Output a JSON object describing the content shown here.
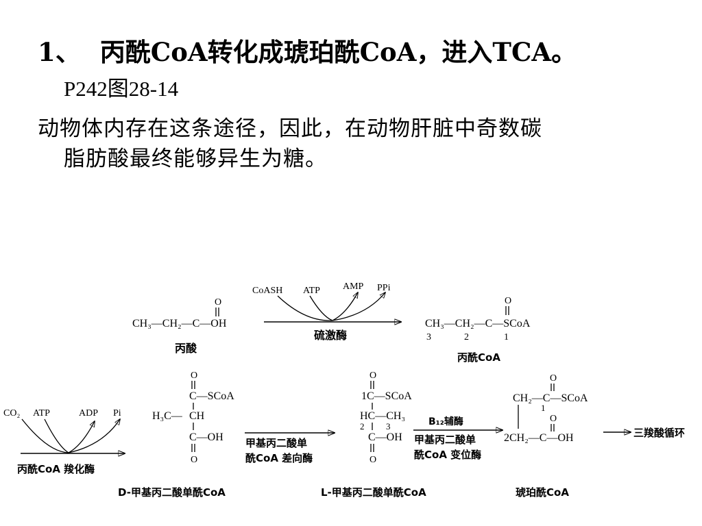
{
  "heading": {
    "number": "1、",
    "text": "丙酰CoA转化成琥珀酰CoA，进入TCA。",
    "ref": "P242图28-14"
  },
  "body": {
    "line1": "动物体内存在这条途径，因此，在动物肝脏中奇数碳",
    "line2": "脂肪酸最终能够异生为糖。"
  },
  "diagram": {
    "step1": {
      "substrate_formula": "CH₃—CH₂—C—OH",
      "oxygen": "O",
      "substrate_name": "丙酸",
      "cofactors": [
        "CoASH",
        "ATP",
        "AMP",
        "PPi"
      ],
      "enzyme": "硫激酶",
      "product_formula": "CH₃—CH₂—C—SCoA",
      "product_oxygen": "O",
      "carbon_numbers": [
        "3",
        "2",
        "1"
      ],
      "product_name": "丙酰CoA"
    },
    "step2": {
      "cofactors": [
        "CO₂",
        "ATP",
        "ADP",
        "Pi"
      ],
      "enzyme": "丙酰CoA 羧化酶",
      "product_name": "D-甲基丙二酸单酰CoA",
      "group_top": "C—SCoA",
      "group_mid_left": "H₃C—",
      "group_mid": "CH",
      "group_bottom": "C—OH",
      "oxygen": "O"
    },
    "step3": {
      "enzyme_line1": "甲基丙二酸单",
      "enzyme_line2": "酰CoA 差向酶",
      "product_name": "L-甲基丙二酸单酰CoA",
      "c1": "1C—SCoA",
      "c2": "HC—CH₃",
      "c3": "C—OH",
      "nums": [
        "2",
        "3"
      ],
      "oxygen": "O"
    },
    "step4": {
      "cofactor": "B₁₂辅酶",
      "enzyme_line1": "甲基丙二酸单",
      "enzyme_line2": "酰CoA 变位酶",
      "product_name": "琥珀酰CoA",
      "top": "CH₂—C—SCoA",
      "bottom": "2CH₂—C—OH",
      "num1": "1",
      "oxygen": "O"
    },
    "final": "三羧酸循环"
  }
}
